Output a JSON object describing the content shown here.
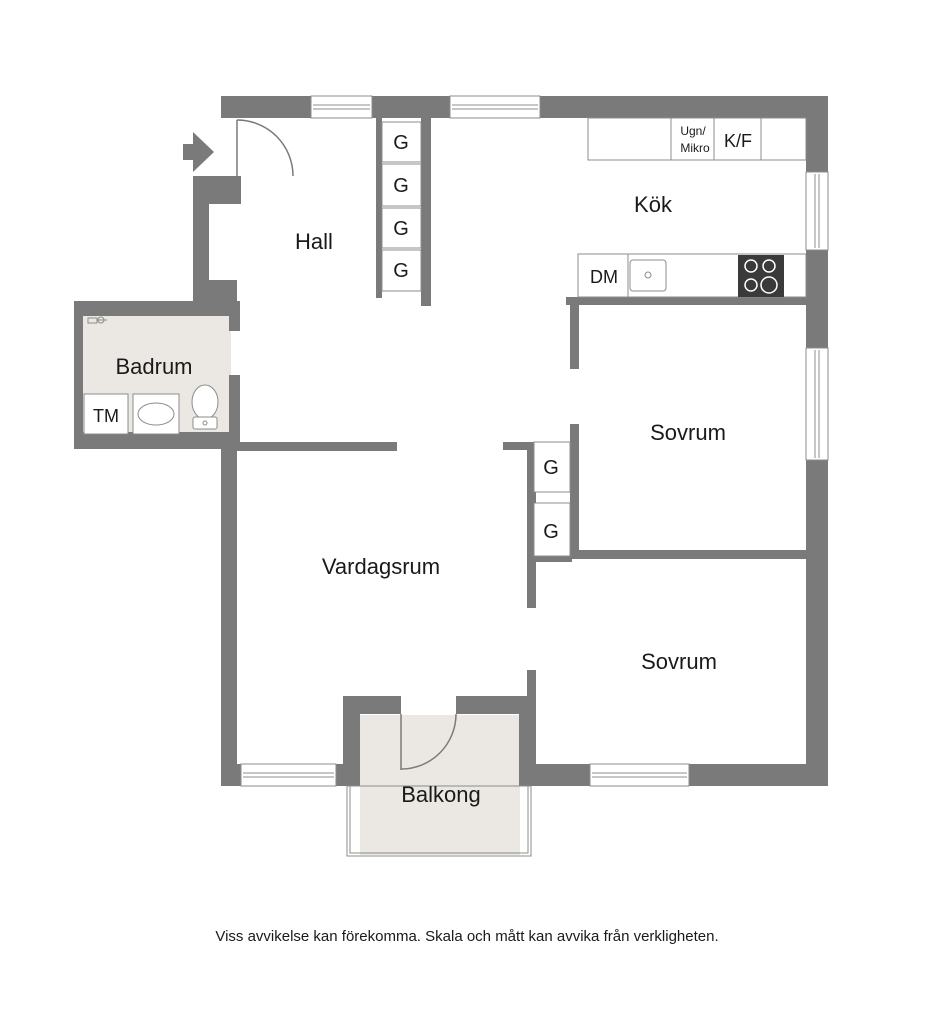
{
  "rooms": {
    "hall": "Hall",
    "kitchen": "Kök",
    "bathroom": "Badrum",
    "living_room": "Vardagsrum",
    "bedroom_1": "Sovrum",
    "bedroom_2": "Sovrum",
    "balcony": "Balkong"
  },
  "fixtures": {
    "wardrobe": "G",
    "dishwasher": "DM",
    "oven_micro_line1": "Ugn/",
    "oven_micro_line2": "Mikro",
    "fridge_freezer": "K/F",
    "washing_machine": "TM"
  },
  "disclaimer": "Viss avvikelse kan förekomma. Skala och mått kan avvika från verkligheten.",
  "colors": {
    "wall": "#7a7a7a",
    "wet_area": "#ebe8e3",
    "fixture_line": "#8c8c8c",
    "text": "#1a1a1a"
  }
}
